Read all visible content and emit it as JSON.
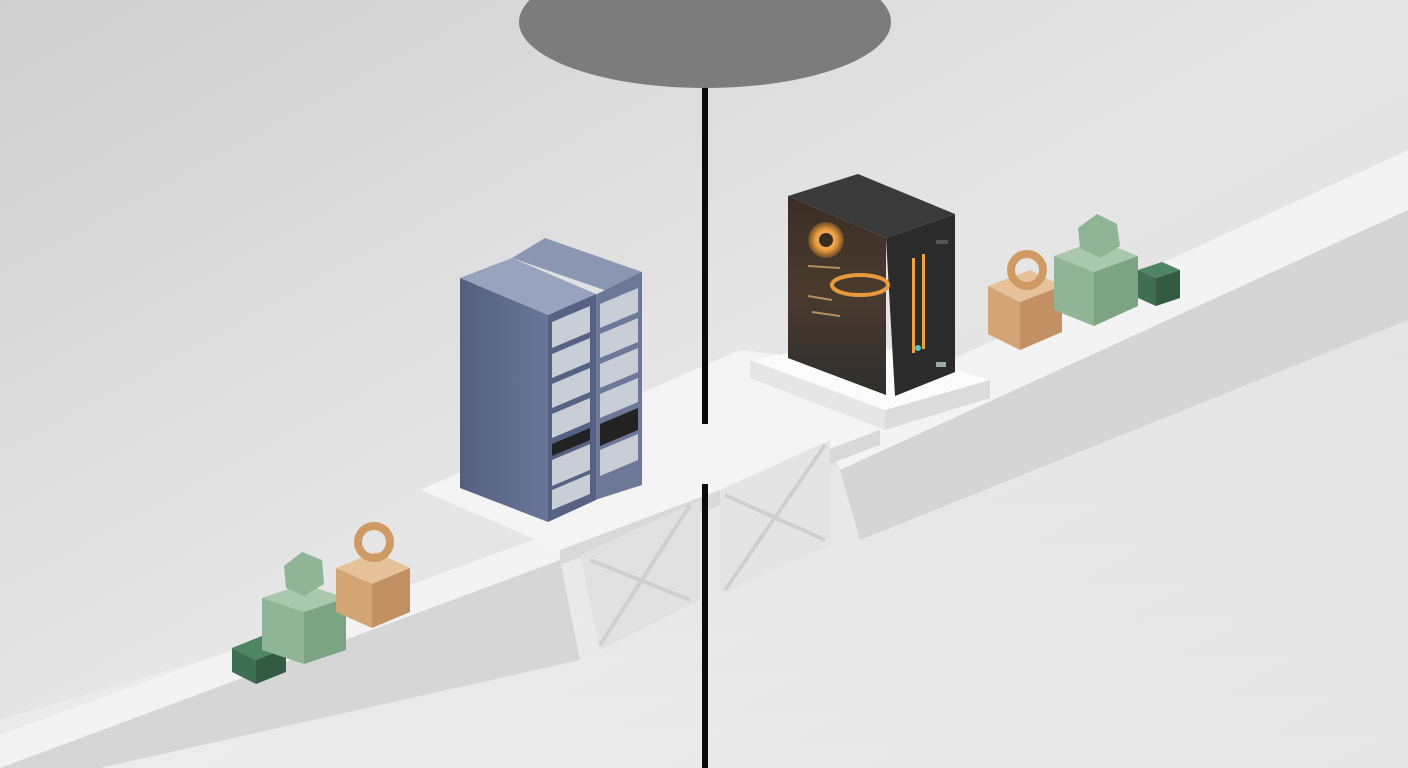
{
  "scene": {
    "kind": "3d-isometric-render",
    "palette": {
      "background": "#d9d9d9",
      "platform_light": "#f2f2f2",
      "platform_shade": "#d3d3d3",
      "divider": "#0b0b0b",
      "lamp": "#7a7a7a",
      "server_blue": "#5d6b8f",
      "pc_case": "#2b2b2b",
      "accent_orange": "#f0a13a",
      "block_green": "#8fb596",
      "block_dark_green": "#3f6e52",
      "block_tan": "#d4a574"
    },
    "objects": [
      "server-rack",
      "gaming-pc-tower",
      "divider-line",
      "pendant-lamp",
      "cube-blocks-left",
      "cube-blocks-right"
    ]
  }
}
